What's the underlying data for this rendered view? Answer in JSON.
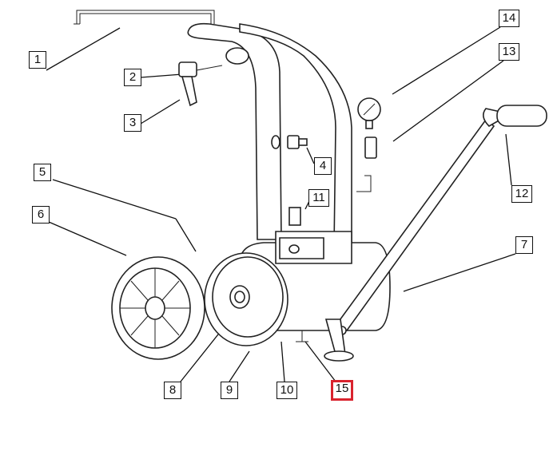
{
  "callouts": {
    "c1": "1",
    "c2": "2",
    "c3": "3",
    "c4": "4",
    "c5": "5",
    "c6": "6",
    "c7": "7",
    "c8": "8",
    "c9": "9",
    "c10": "10",
    "c11": "11",
    "c12": "12",
    "c13": "13",
    "c14": "14",
    "c15": "15"
  },
  "colors": {
    "highlight": "#d9232e",
    "line": "#111111"
  }
}
